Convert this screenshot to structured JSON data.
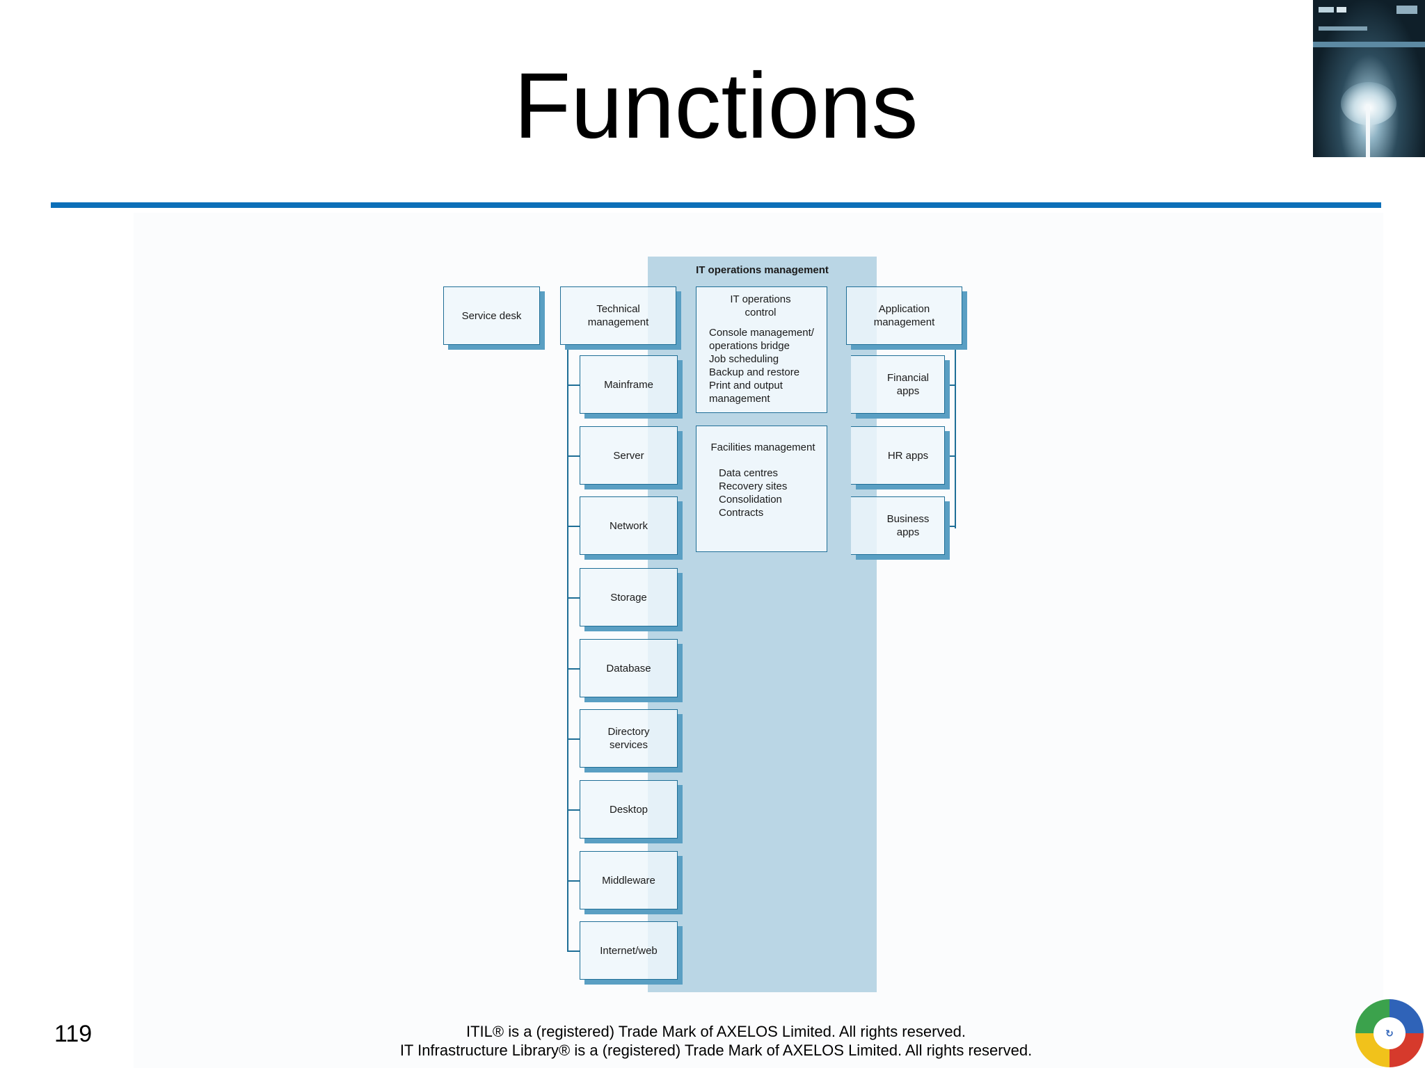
{
  "slide": {
    "title": "Functions",
    "page_number": "119",
    "footer_line1": "ITIL® is a (registered) Trade Mark of AXELOS Limited. All rights reserved.",
    "footer_line2": "IT Infrastructure Library® is a (registered) Trade Mark of AXELOS Limited. All rights reserved."
  },
  "colors": {
    "rule": "#0c6fb8",
    "ops_band": "#bad6e5",
    "box_border": "#1e6e96",
    "box_shadow": "#5a9fc3",
    "box_fill": "#eef6fb"
  },
  "diagram": {
    "ops_title": "IT operations management",
    "service_desk": "Service desk",
    "technical_management": "Technical management",
    "technical_children": [
      "Mainframe",
      "Server",
      "Network",
      "Storage",
      "Database",
      "Directory services",
      "Desktop",
      "Middleware",
      "Internet/web"
    ],
    "ops_control": {
      "title": "IT operations control",
      "items": [
        "Console management/",
        "operations bridge",
        "Job scheduling",
        "Backup and restore",
        "Print and output",
        "management"
      ]
    },
    "facilities": {
      "title": "Facilities management",
      "items": [
        "Data centres",
        "Recovery sites",
        "Consolidation",
        "Contracts"
      ]
    },
    "application_management": "Application management",
    "application_children": [
      "Financial apps",
      "HR apps",
      "Business apps"
    ]
  }
}
